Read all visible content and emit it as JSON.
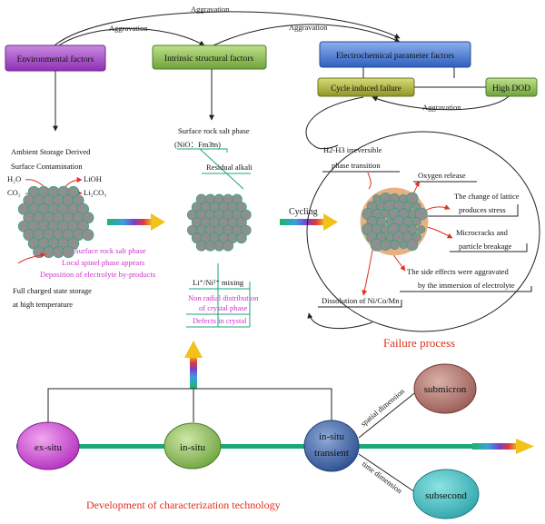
{
  "top_arrows": {
    "aggravation_top": "Aggravation",
    "aggravation_left": "Aggravation",
    "aggravation_right": "Aggravation"
  },
  "boxes": {
    "environmental": "Environmental factors",
    "intrinsic": "Intrinsic structural factors",
    "electrochemical": "Electrochemical parameter factors",
    "cycle_induced": "Cycle induced failure",
    "high_dod": "High DOD",
    "aggravation_mid": "Aggravation"
  },
  "environmental": {
    "title_1": "Ambient Storage Derived",
    "title_2": "Surface Contamination",
    "h2o": "H₂O",
    "co2": "CO₂",
    "lioh": "LiOH",
    "li2co3": "Li₂CO₃",
    "pink_1": "Surface rock salt phase",
    "pink_2": "Local spinel phase appears",
    "pink_3": "Deposition of electrolyte by-products",
    "bottom_1": "Full charged state storage",
    "bottom_2": "at high temperature"
  },
  "intrinsic": {
    "rock_salt": "Surface rock salt phase",
    "nio": "(NiO：Fm3̄m)",
    "residual": "Residual alkali",
    "mixing": "Li⁺/Ni²⁺ mixing",
    "non_radial_1": "Non radial distribution",
    "non_radial_2": "of crystal phase",
    "defects": "Defects in crystal"
  },
  "cycling_label": "Cycling",
  "failure": {
    "h2h3_1": "H2-H3 irreversible",
    "h2h3_2": "phase transition",
    "oxygen": "Oxygen release",
    "lattice_1": "The change of lattice",
    "lattice_2": "produces stress",
    "micro_1": "Microcracks and",
    "micro_2": "particle breakage",
    "side_1": "The side effects were aggravated",
    "side_2": "by the immersion of electrolyte",
    "dissolution": "Dissolution of Ni/Co/Mn",
    "process_title": "Failure process"
  },
  "timeline": {
    "ex_situ": "ex-situ",
    "in_situ": "in-situ",
    "transient_1": "in-situ",
    "transient_2": "transient",
    "spatial": "spatial dimension",
    "time": "time dimension",
    "submicron": "submicron",
    "subsecond": "subsecond",
    "title": "Development of characterization technology"
  },
  "colors": {
    "purple_box": "#a64fc9",
    "green_box": "#8cc04f",
    "blue_box": "#4a7bd0",
    "olive_box": "#a9b13c",
    "pink_text": "#cc33cc",
    "red_text": "#e0301e",
    "teal_line": "#1aa77a",
    "particle_gray": "#8f8f8f"
  }
}
